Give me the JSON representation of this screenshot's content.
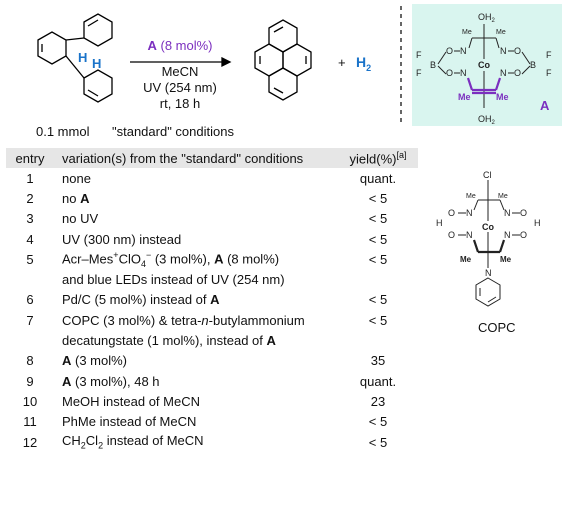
{
  "scheme": {
    "hydrogen_label": "H",
    "amount": "0.1 mmol",
    "standard": "\"standard\" conditions",
    "catalyst_bold": "A",
    "catalyst_load": " (8 mol%)",
    "solvent": "MeCN",
    "light": "UV (254 nm)",
    "temp_time": "rt, 18 h",
    "plus": "+",
    "h2": "H",
    "h2_sub": "2"
  },
  "catalyst_A": {
    "label": "A",
    "ligand": "OH",
    "ligand_sub": "2",
    "metal": "Co",
    "boron": "B",
    "fluorine": "F",
    "oxygen": "O",
    "nitrogen": "N",
    "methyl": "Me"
  },
  "copc": {
    "label": "COPC",
    "chloride": "Cl",
    "metal": "Co",
    "methyl": "Me",
    "hydrogen": "H",
    "oxygen": "O",
    "nitrogen": "N"
  },
  "table": {
    "header": {
      "entry": "entry",
      "variation": "variation(s) from the \"standard\" conditions",
      "yield": "yield(%)",
      "yield_note": "[a]"
    },
    "rows": [
      {
        "entry": "1",
        "yield": "quant."
      },
      {
        "entry": "2",
        "yield": "< 5"
      },
      {
        "entry": "3",
        "yield": "< 5"
      },
      {
        "entry": "4",
        "yield": "< 5"
      },
      {
        "entry": "5",
        "yield": "< 5"
      },
      {
        "entry": "",
        "yield": ""
      },
      {
        "entry": "6",
        "yield": "< 5"
      },
      {
        "entry": "7",
        "yield": "< 5"
      },
      {
        "entry": "",
        "yield": ""
      },
      {
        "entry": "8",
        "yield": "35"
      },
      {
        "entry": "9",
        "yield": "quant."
      },
      {
        "entry": "10",
        "yield": "23"
      },
      {
        "entry": "11",
        "yield": "< 5"
      },
      {
        "entry": "12",
        "yield": "< 5"
      }
    ],
    "text": {
      "r1": "none",
      "r2_pre": "no ",
      "r2_bold": "A",
      "r3": "no UV",
      "r4": "UV (300 nm) instead",
      "r5_a": "Acr–Mes",
      "r5_sup1": "+",
      "r5_b": "ClO",
      "r5_sub": "4",
      "r5_sup2": "−",
      "r5_c": " (3 mol%), ",
      "r5_bold": "A",
      "r5_d": " (8 mol%)",
      "r5b": "and blue LEDs instead of UV (254 nm)",
      "r6_pre": "Pd/C (5 mol%) instead of ",
      "r6_bold": "A",
      "r7_a": "COPC (3 mol%) & tetra-",
      "r7_ital": "n",
      "r7_b": "-butylammonium",
      "r7b_pre": "decatungstate (1 mol%), instead of ",
      "r7b_bold": "A",
      "r8_bold": "A",
      "r8_post": " (3 mol%)",
      "r9_bold": "A",
      "r9_post": " (3 mol%), 48 h",
      "r10": "MeOH instead of MeCN",
      "r11": "PhMe instead of MeCN",
      "r12_a": "CH",
      "r12_s1": "2",
      "r12_b": "Cl",
      "r12_s2": "2",
      "r12_c": " instead of MeCN"
    }
  }
}
